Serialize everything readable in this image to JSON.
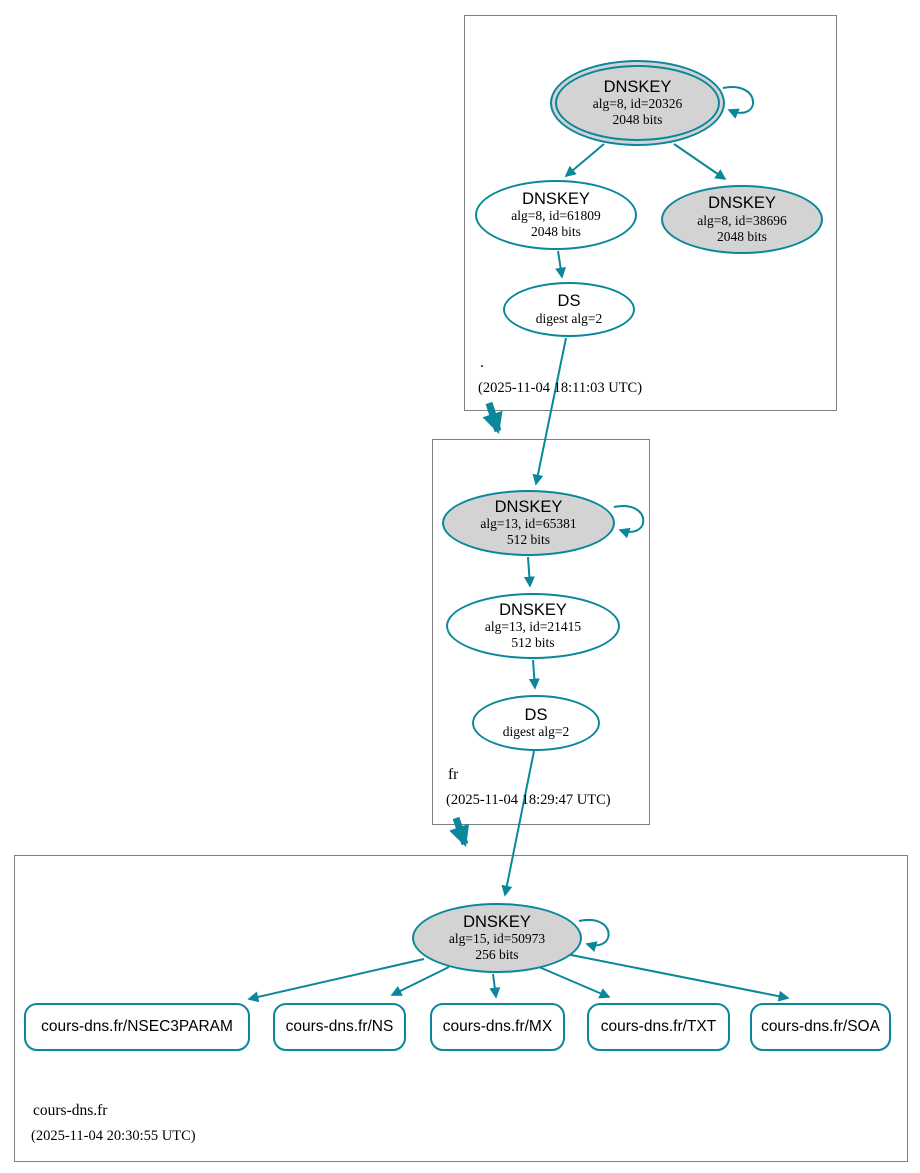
{
  "colors": {
    "edge": "#0a879a",
    "ksk_fill": "#d3d3d3",
    "node_fill": "#ffffff",
    "zone_box_border": "#7f7f7f",
    "text": "#000000"
  },
  "zones": {
    "root": {
      "name": ".",
      "timestamp": "(2025-11-04 18:11:03 UTC)",
      "ksk": {
        "title": "DNSKEY",
        "line1": "alg=8, id=20326",
        "line2": "2048 bits"
      },
      "zsk": {
        "title": "DNSKEY",
        "line1": "alg=8, id=61809",
        "line2": "2048 bits"
      },
      "zsk2": {
        "title": "DNSKEY",
        "line1": "alg=8, id=38696",
        "line2": "2048 bits"
      },
      "ds": {
        "title": "DS",
        "line1": "digest alg=2"
      }
    },
    "fr": {
      "name": "fr",
      "timestamp": "(2025-11-04 18:29:47 UTC)",
      "ksk": {
        "title": "DNSKEY",
        "line1": "alg=13, id=65381",
        "line2": "512 bits"
      },
      "zsk": {
        "title": "DNSKEY",
        "line1": "alg=13, id=21415",
        "line2": "512 bits"
      },
      "ds": {
        "title": "DS",
        "line1": "digest alg=2"
      }
    },
    "coursdns": {
      "name": "cours-dns.fr",
      "timestamp": "(2025-11-04 20:30:55 UTC)",
      "ksk": {
        "title": "DNSKEY",
        "line1": "alg=15, id=50973",
        "line2": "256 bits"
      },
      "rrsets": [
        "cours-dns.fr/NSEC3PARAM",
        "cours-dns.fr/NS",
        "cours-dns.fr/MX",
        "cours-dns.fr/TXT",
        "cours-dns.fr/SOA"
      ]
    }
  }
}
